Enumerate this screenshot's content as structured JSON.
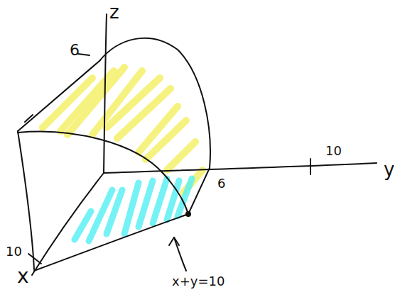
{
  "diagram": {
    "labels": [
      "z",
      "6",
      "y",
      "10",
      "6",
      "10",
      "x",
      "x+y=10"
    ]
  }
}
